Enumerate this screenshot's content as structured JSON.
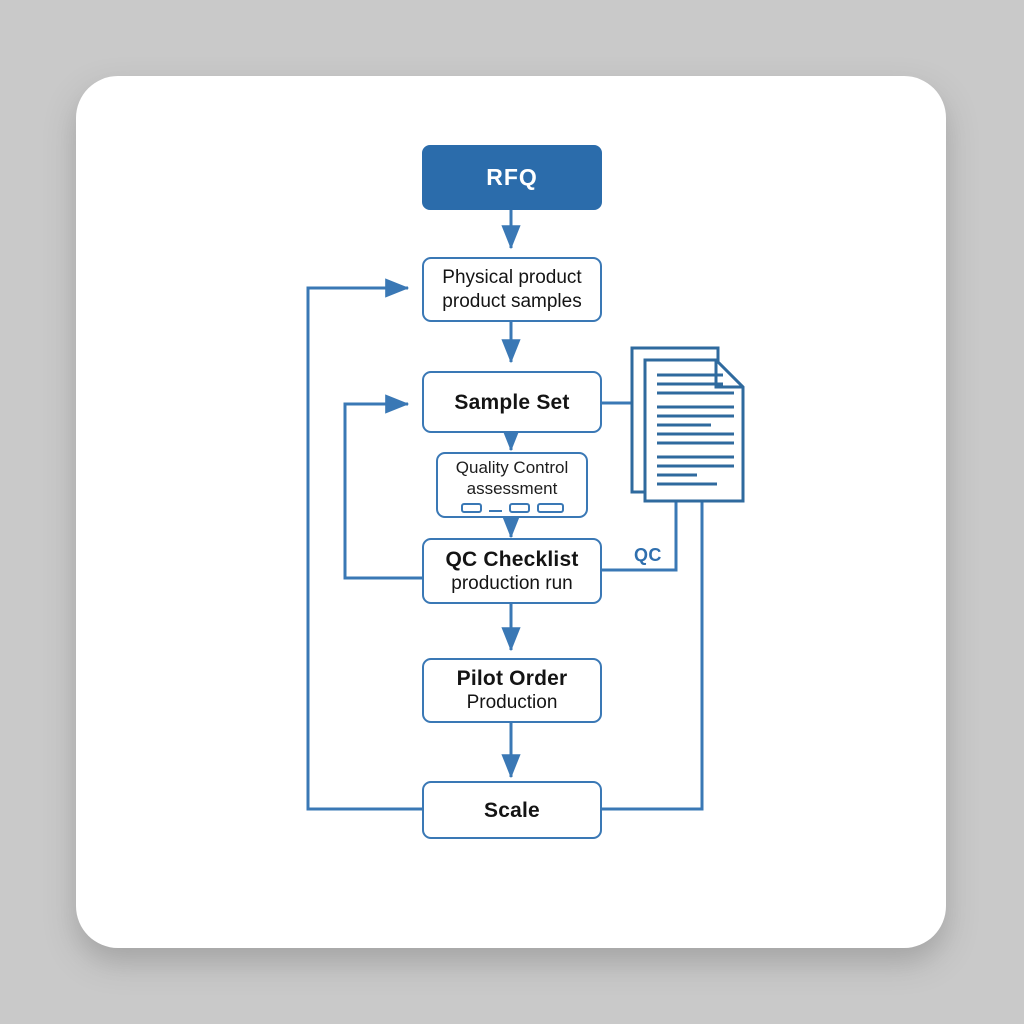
{
  "canvas": {
    "background_color": "#c9c9c9",
    "card_color": "#ffffff"
  },
  "theme": {
    "accent": "#2b6cab",
    "line": "#3a78b5",
    "doc_line": "#2f6a9e"
  },
  "nodes": [
    {
      "id": "rfq",
      "title": "RFQ",
      "subtitle": "",
      "style": "accent"
    },
    {
      "id": "physical-product",
      "title": "Physical product",
      "subtitle": "product samples",
      "style": "plain"
    },
    {
      "id": "sample-set",
      "title": "Sample Set",
      "subtitle": "",
      "style": "outline"
    },
    {
      "id": "quality-control",
      "title": "Quality Control",
      "subtitle": "assessment",
      "style": "plain-small"
    },
    {
      "id": "qc-checklist",
      "title": "QC Checklist",
      "subtitle": "production run",
      "style": "outline"
    },
    {
      "id": "pilot-order",
      "title": "Pilot Order",
      "subtitle": "Production",
      "style": "outline"
    },
    {
      "id": "scale",
      "title": "Scale",
      "subtitle": "",
      "style": "outline"
    }
  ],
  "edge_labels": {
    "qc": "QC"
  },
  "icons": {
    "document": "document-pages-icon"
  },
  "chart_data": {
    "type": "diagram",
    "title": "",
    "flow": [
      {
        "from": "RFQ",
        "to": "Physical product / product samples"
      },
      {
        "from": "Physical product / product samples",
        "to": "Sample Set"
      },
      {
        "from": "Sample Set",
        "to": "Quality Control assessment"
      },
      {
        "from": "Quality Control assessment",
        "to": "QC Checklist / production run"
      },
      {
        "from": "QC Checklist / production run",
        "to": "Pilot Order / Production"
      },
      {
        "from": "Pilot Order / Production",
        "to": "Scale"
      },
      {
        "from": "Sample Set",
        "to": "Document",
        "label": ""
      },
      {
        "from": "QC Checklist / production run",
        "to": "Document",
        "label": "QC"
      },
      {
        "from": "Scale",
        "to": "Document",
        "label": ""
      },
      {
        "from": "Scale",
        "to": "Physical product / product samples",
        "label": ""
      },
      {
        "from": "QC Checklist / production run",
        "to": "Sample Set",
        "label": ""
      }
    ]
  }
}
